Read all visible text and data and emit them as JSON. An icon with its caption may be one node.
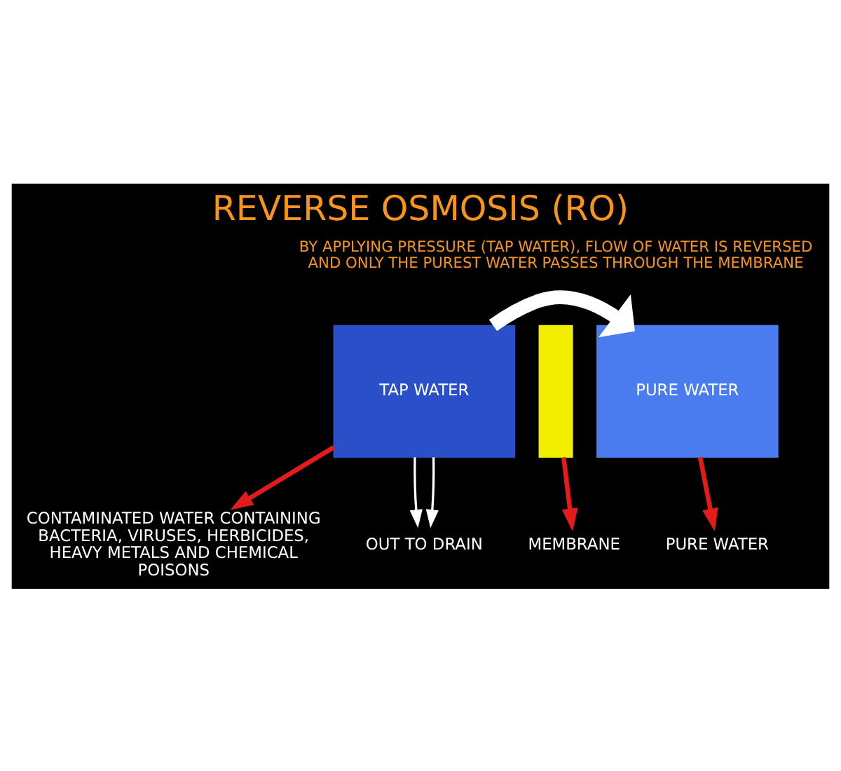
{
  "diagram": {
    "title": "REVERSE OSMOSIS (RO)",
    "nodes": [
      {
        "text": [
          "TAP WATER"
        ]
      },
      {
        "text": [],
        "shape": "bar"
      },
      {
        "text": [
          "PURE WATER"
        ]
      },
      {
        "text": [
          "OUT TO DRAIN"
        ]
      },
      {
        "text": [
          "MEMBRANE"
        ]
      },
      {
        "text": [
          "CONTAMINATED WATER CONTAINING BACTERIA, VIRUSES, HERBICIDES, HEAVY METALS AND CHEMICAL POISONS"
        ]
      },
      {
        "text": [
          "PURE WATER"
        ]
      }
    ],
    "edges": [
      {
        "from": 0,
        "to": 2,
        "arrow": "to",
        "style": "thick",
        "color": "#ffffff"
      },
      {
        "from": 0,
        "to": 3,
        "arrow": "to",
        "color": "#ffffff"
      },
      {
        "from": 0,
        "to": 3,
        "arrow": "to",
        "color": "#ffffff"
      },
      {
        "from": 1,
        "to": 4,
        "arrow": "to",
        "color": "#e31b1b"
      },
      {
        "from": 0,
        "to": 5,
        "arrow": "to",
        "color": "#e31b1b"
      },
      {
        "from": 2,
        "to": 6,
        "arrow": "to",
        "color": "#e31b1b"
      }
    ],
    "labels": [
      "BY APPLYING PRESSURE (TAP WATER), FLOW OF WATER IS REVERSED AND ONLY THE PUREST WATER PASSES THROUGH THE MEMBRANE"
    ]
  }
}
